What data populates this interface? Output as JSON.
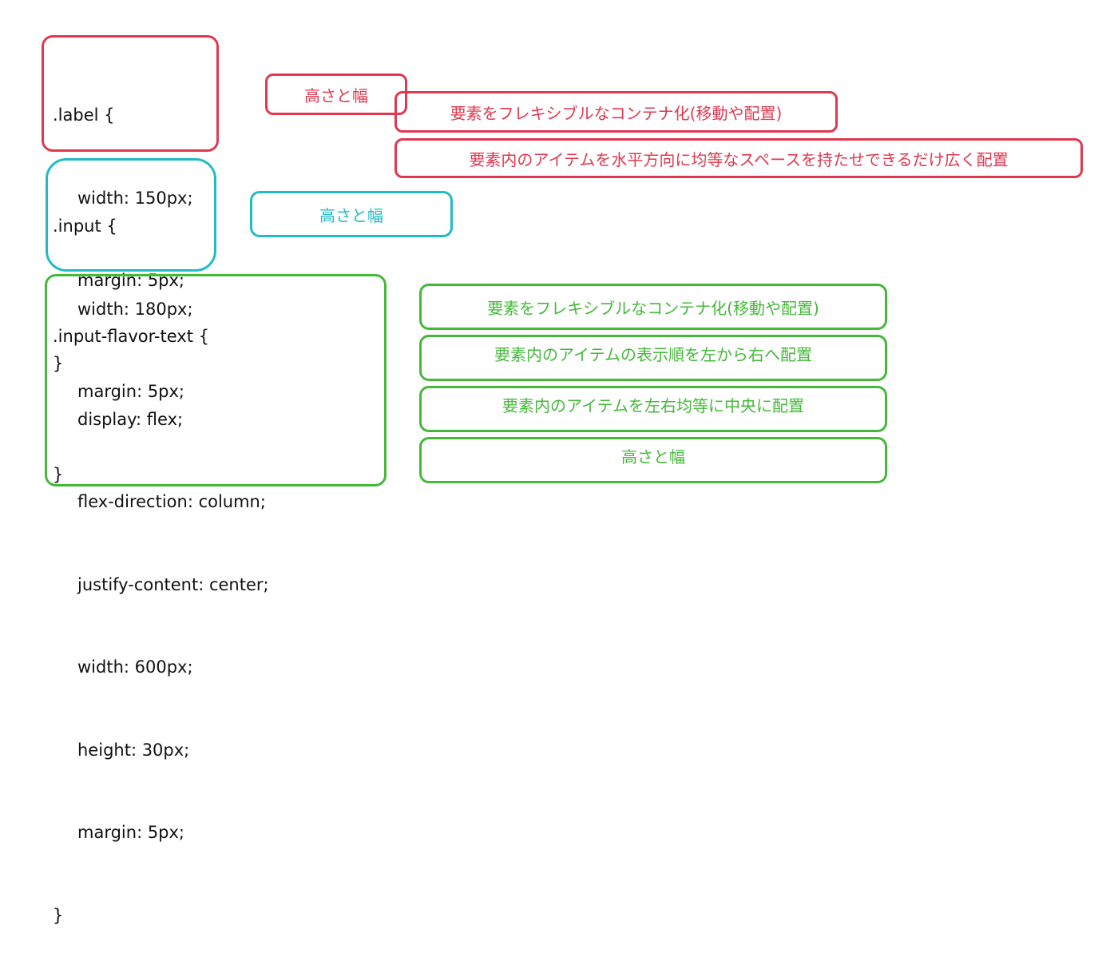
{
  "blocks": {
    "label": {
      "lines": [
        ".label {",
        "width: 150px;",
        "margin: 5px;",
        "}"
      ],
      "color": "#e0384f"
    },
    "input": {
      "lines": [
        ".input {",
        "width: 180px;",
        "margin: 5px;",
        "}"
      ],
      "color": "#1fbcc6"
    },
    "flavor": {
      "lines": [
        ".input-flavor-text {",
        "display: flex;",
        "flex-direction: column;",
        "justify-content: center;",
        "width: 600px;",
        "height: 30px;",
        "margin: 5px;",
        "}"
      ],
      "color": "#45b83a"
    }
  },
  "notes": {
    "label": [
      "高さと幅",
      "要素をフレキシブルなコンテナ化(移動や配置)",
      "要素内のアイテムを水平方向に均等なスペースを持たせできるだけ広く配置"
    ],
    "input": [
      "高さと幅"
    ],
    "flavor": [
      "要素をフレキシブルなコンテナ化(移動や配置)",
      "要素内のアイテムの表示順を左から右へ配置",
      "要素内のアイテムを左右均等に中央に配置",
      "高さと幅"
    ]
  }
}
